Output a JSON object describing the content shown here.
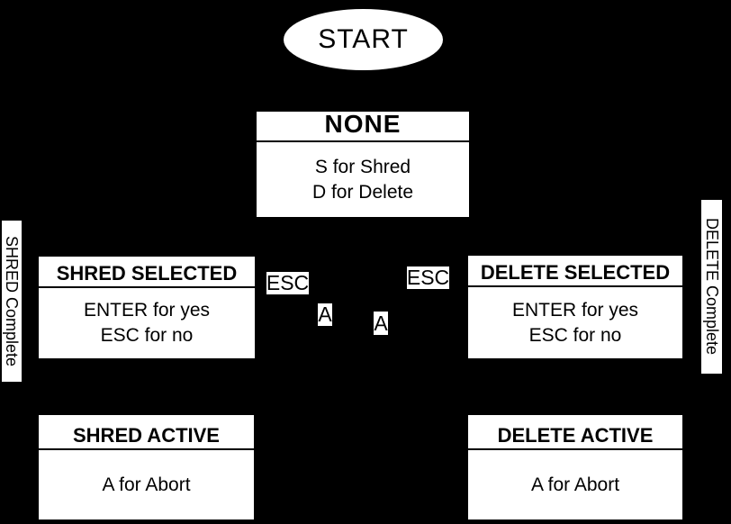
{
  "diagram_type": "state-machine",
  "colors": {
    "background": "#000000",
    "node_fill": "#ffffff",
    "text": "#000000"
  },
  "start_label": "START",
  "nodes": {
    "none": {
      "title": "NONE",
      "lines": [
        "S for Shred",
        "D for Delete"
      ]
    },
    "shred_selected": {
      "title": "SHRED SELECTED",
      "lines": [
        "ENTER for yes",
        "ESC for no"
      ]
    },
    "delete_selected": {
      "title": "DELETE SELECTED",
      "lines": [
        "ENTER for yes",
        "ESC for no"
      ]
    },
    "shred_active": {
      "title": "SHRED ACTIVE",
      "lines": [
        "A for Abort"
      ]
    },
    "delete_active": {
      "title": "DELETE ACTIVE",
      "lines": [
        "A for Abort"
      ]
    }
  },
  "edge_labels": {
    "esc_left": "ESC",
    "esc_right": "ESC",
    "a_left": "A",
    "a_right": "A",
    "shred_complete": "SHRED Complete",
    "delete_complete": "DELETE Complete"
  }
}
